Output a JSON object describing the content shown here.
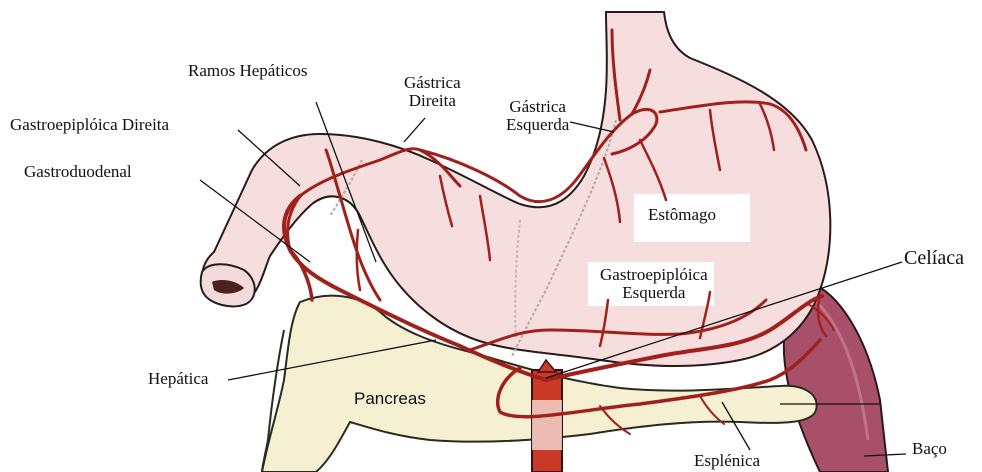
{
  "labels": {
    "ramos_hepaticos": "Ramos Hepáticos",
    "gastrica_direita_1": "Gástrica",
    "gastrica_direita_2": "Direita",
    "gastrica_esquerda_1": "Gástrica",
    "gastrica_esquerda_2": "Esquerda",
    "gastroepiploica_direita": "Gastroepiplóica Direita",
    "gastroduodenal": "Gastroduodenal",
    "estomago": "Estômago",
    "celiaca": "Celíaca",
    "gastroepiploica_esquerda_1": "Gastroepiplóica",
    "gastroepiploica_esquerda_2": "Esquerda",
    "hepatica": "Hepática",
    "pancreas": "Pancreas",
    "baco": "Baço",
    "esplenica": "Esplénica"
  },
  "colors": {
    "artery": "#a0201c",
    "stomach": "#f6dede",
    "pancreas": "#f5f0d2",
    "spleen": "#a8506a",
    "aorta": "#c83a26"
  }
}
